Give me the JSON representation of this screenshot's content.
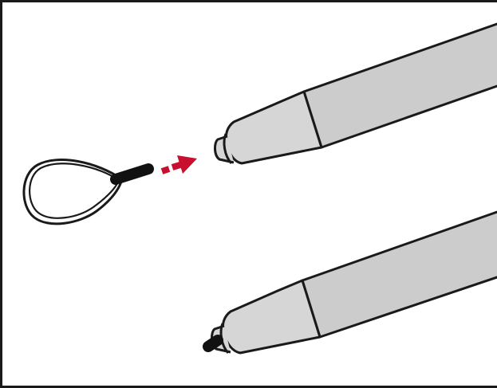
{
  "figure": {
    "kind": "instruction-illustration",
    "description_items": [
      "lanyard-loop",
      "insert-arrow",
      "stylus-pen-tip-empty",
      "stylus-pen-with-lanyard-attached"
    ]
  },
  "colors": {
    "outline": "#1a1a1a",
    "pen_body": "#cccccc",
    "pen_tip": "#d6d6d6",
    "arrow": "#c8102e",
    "lanyard_plug": "#111111",
    "background": "#ffffff"
  },
  "icons": {
    "loop": "lanyard-loop-icon",
    "arrow": "insert-arrow-icon",
    "pen_top": "stylus-pen-icon",
    "pen_bottom": "stylus-pen-attached-icon"
  }
}
